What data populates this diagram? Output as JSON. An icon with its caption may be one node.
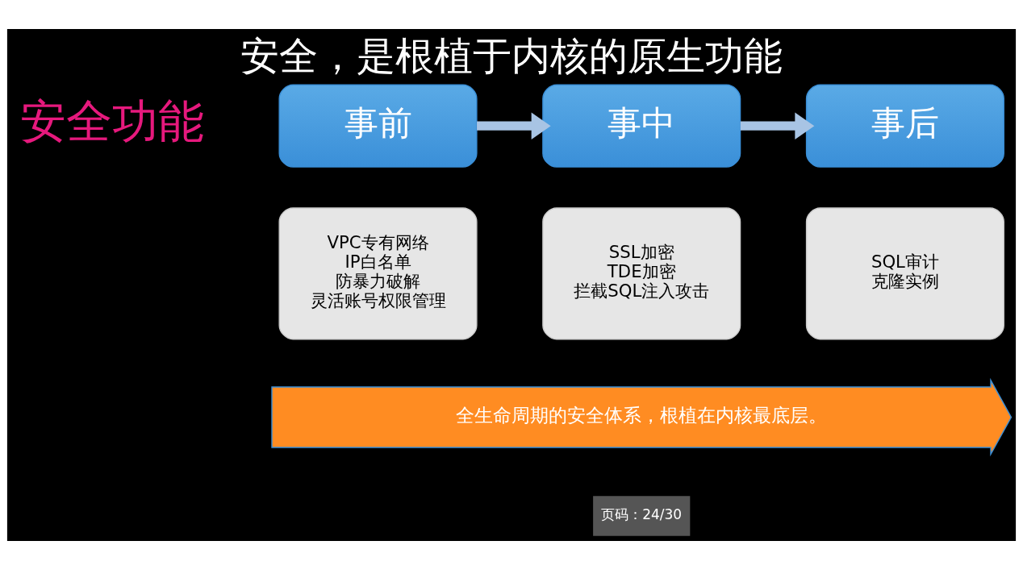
{
  "diagram": {
    "title": "安全，是根植于内核的原生功能",
    "nodes": [
      {
        "text": [
          "事前"
        ]
      },
      {
        "text": [
          "VPC专有网络",
          "IP白名单",
          "防暴力破解",
          "灵活账号权限管理"
        ]
      },
      {
        "text": [
          "事中"
        ]
      },
      {
        "text": [
          "SSL加密",
          "TDE加密",
          "拦截SQL注入攻击"
        ]
      },
      {
        "text": [
          "事后"
        ]
      },
      {
        "text": [
          "SQL审计",
          "克隆实例"
        ]
      },
      {
        "text": [
          "全生命周期的安全体系，根植在内核最底层。"
        ]
      }
    ],
    "edges": [
      {
        "from": 0,
        "to": 2,
        "arrow": "to"
      },
      {
        "from": 2,
        "to": 4,
        "arrow": "to"
      }
    ],
    "labels": [
      "安全功能",
      "页码：24/30"
    ]
  }
}
